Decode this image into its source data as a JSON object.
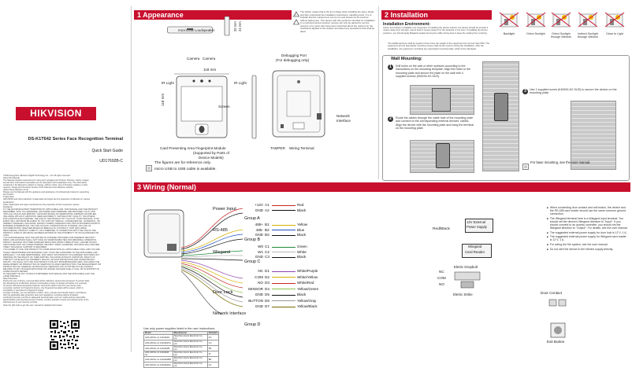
{
  "cover": {
    "brand": "HIKVISION",
    "title": "DS-K1T642 Series Face Recognition Terminal",
    "subtitle": "Quick Start Guide",
    "doc_id": "UD17692B-C",
    "legal_lines": [
      "©2020 Hangzhou Hikvision Digital Technology Co., Ltd. All rights reserved.",
      "About this Manual",
      "The Manual includes instructions for using and managing the Product. Pictures, charts, images",
      "and all other information hereinafter are for description and explanation only. The information",
      "contained in the Manual is subject to change, without notice, due to firmware updates or other",
      "reasons. Please find the latest version of this Manual at the Hikvision website",
      "(https://www.hikvision.com/).",
      "Please use this Manual with the guidance and assistance of professionals trained in supporting",
      "the Product.",
      "Trademarks",
      "HIKVISION and other Hikvision's trademarks and logos are the properties of Hikvision in various",
      "jurisdictions.",
      "Other trademarks and logos mentioned are the properties of their respective owners.",
      "Disclaimer",
      "TO THE MAXIMUM EXTENT PERMITTED BY APPLICABLE LAW, THIS MANUAL AND THE PRODUCT",
      "DESCRIBED, WITH ITS HARDWARE, SOFTWARE AND FIRMWARE, ARE PROVIDED \"AS IS\" AND",
      "\"WITH ALL FAULTS AND ERRORS\". HIKVISION MAKES NO WARRANTIES, EXPRESS OR IMPLIED,",
      "INCLUDING WITHOUT LIMITATION, MERCHANTABILITY, SATISFACTORY QUALITY, OR FITNESS",
      "FOR A PARTICULAR PURPOSE. THE USE OF THE PRODUCT BY YOU IS AT YOUR OWN RISK. IN NO",
      "EVENT WILL HIKVISION BE LIABLE TO YOU FOR ANY SPECIAL, CONSEQUENTIAL, INCIDENTAL, OR",
      "INDIRECT DAMAGES, INCLUDING, AMONG OTHERS, DAMAGES FOR LOSS OF BUSINESS PROFITS,",
      "BUSINESS INTERRUPTION, OR LOSS OF DATA, CORRUPTION OF SYSTEMS, OR LOSS OF",
      "DOCUMENTATION, WHETHER BASED ON BREACH OF CONTRACT, TORT (INCLUDING",
      "NEGLIGENCE), PRODUCT LIABILITY, OR OTHERWISE, IN CONNECTION WITH THE USE OF THE",
      "PRODUCT, EVEN IF HIKVISION HAS BEEN ADVISED OF THE POSSIBILITY OF SUCH DAMAGES OR",
      "LOSS.",
      "YOU ACKNOWLEDGE THAT THE NATURE OF INTERNET PROVIDES FOR INHERENT SECURITY",
      "RISKS, AND HIKVISION SHALL NOT TAKE ANY RESPONSIBILITIES FOR ABNORMAL OPERATION,",
      "PRIVACY LEAKAGE OR OTHER DAMAGES RESULTING FROM CYBER-ATTACK, HACKER ATTACK,",
      "VIRUS INFECTION, OR OTHER INTERNET SECURITY RISKS; HOWEVER, HIKVISION WILL PROVIDE",
      "TIMELY TECHNICAL SUPPORT IF REQUIRED.",
      "YOU AGREE TO USE THIS PRODUCT IN COMPLIANCE WITH ALL APPLICABLE LAWS, AND YOU ARE",
      "SOLELY RESPONSIBLE FOR ENSURING THAT YOUR USE CONFORMS TO THE APPLICABLE LAW.",
      "ESPECIALLY, YOU ARE RESPONSIBLE, FOR USING THIS PRODUCT IN A MANNER THAT DOES NOT",
      "INFRINGE ON THE RIGHTS OF THIRD PARTIES, INCLUDING WITHOUT LIMITATION, RIGHTS OF",
      "PUBLICITY, INTELLECTUAL PROPERTY RIGHTS, OR DATA PROTECTION AND OTHER PRIVACY",
      "RIGHTS. YOU SHALL NOT USE THIS PRODUCT FOR ANY PROHIBITED END-USES, INCLUDING THE",
      "DEVELOPMENT OR PRODUCTION OF WEAPONS OF MASS DESTRUCTION, THE DEVELOPMENT OR",
      "PRODUCTION OF CHEMICAL OR BIOLOGICAL WEAPONS, ANY ACTIVITIES IN THE CONTEXT",
      "RELATED TO ANY NUCLEAR EXPLOSIVE OR UNSAFE NUCLEAR FUEL-CYCLE, OR IN SUPPORT OF",
      "HUMAN RIGHTS ABUSES.",
      "IN THE EVENT OF ANY CONFLICTS BETWEEN THIS MANUAL AND THE APPLICABLE LAW, THE",
      "LATER PREVAILS.",
      "Data Protection",
      "During the use of device, personal data will be collected, stored and processed. To protect data,",
      "the development of Hikvision devices incorporates privacy by design principles. For example,",
      "for device with facial recognition features, biometrics data is stored in your device with",
      "encryption method; for fingerprint device, only fingerprint template will be saved, which is",
      "impossible to reconstruct a fingerprint image.",
      "As data controller, you are advised to collect, store, process and transfer data in accordance",
      "with the applicable data protection laws and regulations, including without limitation,",
      "conducting security controls to safeguard personal data, such as, implementing reasonable",
      "administrative and physical security controls, conduct periodic reviews and assessments of the",
      "effectiveness of your security controls.",
      "Scan the QR code to get the user manual for detailed information."
    ]
  },
  "appearance": {
    "header": "1 Appearance",
    "warning_text": "The sticker means that is the front shape when installing the same. Read and fully understand the installation instructions. Handling parts: It is to indicate that the marked item can be hot and should not be touched without taking care. This device with this symbol is intended for installation in a restricted access location; access can only be gained by service persons or by users who have been instructed about the reasons for the restrictions applied to the location and about any precautions that shall be taken.",
    "labels": {
      "loudspeaker": "microUSB Loudspeaker",
      "dim_depth1": "20 mm",
      "dim_depth2": "24 mm",
      "camera1": "Camera",
      "camera2": "Camera",
      "dim_width": "118 mm",
      "ir_left": "IR Light",
      "ir_right": "IR Light",
      "dim_height": "118 mm",
      "screen": "Screen",
      "debug_port": "Debugging Port",
      "debug_port_sub": "(For debugging only)",
      "net_interface": "Network",
      "net_interface2": "Interface",
      "card_area": "Card Presenting Area Fingerprint Module",
      "card_area2": "(Supported by Parts of",
      "card_area3": "Device Models)",
      "tamper": "TAMPER",
      "wiring_terminal": "Wiring Terminal",
      "note1": "The figures are for reference only.",
      "note2": "micro USB to USB cable is available."
    }
  },
  "installation": {
    "header": "2 Installation",
    "env_title": "Installation Environment:",
    "env_text": "Indoor and outdoor installation are supported. If installing the device indoors, the device should be at least 2 meters away from the light, and at least 3 meters away from the windows or the door. If installing the device outdoors, you should apply Bulgaria sealant among the cable wiring area to keep the sealing from entering.",
    "note_text": "The additional force shall be equal to three times the weight of the equipment but not less than 50N. The equipment and its associated mounting means shall remain secure during the installation. After the installation, the equipment, including any associated mounting plate, shall not be damaged.",
    "light_icons": [
      "Backlight",
      "Direct Sunlight",
      "Direct Sunlight through Window",
      "Indirect Sunlight through Window",
      "Close to Light"
    ],
    "wall_title": "Wall Mounting:",
    "step1": "Drill holes on the wall or other surfaces according to the instructions on the mounting template. Align the holes to the mounting plate and secure the plate on the wall with 4 supplied screws (KM4X6-H2-SUS).",
    "step2": "Route the cables through the cable hole of the mounting plate and connect to the corresponding external devices' cables. Align the device with the mounting plate and hang the terminal on the mounting plate.",
    "step3": "Use 1 supplied screw (KM3X6-H2-SUS) to secure the device on the mounting plate.",
    "base_note": "For base mounting, see the user manual."
  },
  "wiring": {
    "header": "3 Wiring (Normal)",
    "groups": [
      {
        "name": "Power Input",
        "group": "Group A",
        "pins": [
          {
            "code": "A1",
            "label": "+12V",
            "color": "Red"
          },
          {
            "code": "A2",
            "label": "GND",
            "color": "Black"
          }
        ]
      },
      {
        "name": "RS-485",
        "group": "Group B",
        "pins": [
          {
            "code": "B1",
            "label": "485+",
            "color": "Yellow"
          },
          {
            "code": "B2",
            "label": "485-",
            "color": "Blue"
          },
          {
            "code": "B3",
            "label": "GND",
            "color": "Black"
          }
        ]
      },
      {
        "name": "Wiegand",
        "group": "Group C",
        "pins": [
          {
            "code": "C1",
            "label": "W0",
            "color": "Green"
          },
          {
            "code": "C2",
            "label": "W1",
            "color": "White"
          },
          {
            "code": "C3",
            "label": "GND",
            "color": "Black"
          }
        ]
      },
      {
        "name": "Door Lock",
        "group": "Group D",
        "pins": [
          {
            "code": "D1",
            "label": "NC",
            "color": "White/Purple"
          },
          {
            "code": "D2",
            "label": "COM",
            "color": "White/Yellow"
          },
          {
            "code": "D3",
            "label": "NO",
            "color": "White/Red"
          },
          {
            "code": "D4",
            "label": "SENSOR",
            "color": "Yellow/Green"
          },
          {
            "code": "D5",
            "label": "GND",
            "color": "Black"
          },
          {
            "code": "D6",
            "label": "BUTTON",
            "color": "Yellow/Gray"
          },
          {
            "code": "D7",
            "label": "GND",
            "color": "Yellow/Black"
          }
        ]
      }
    ],
    "net_label": "Network Interface",
    "right_labels": {
      "red_black": "Red/Black",
      "psu": "12V External",
      "psu2": "Power Supply",
      "wiegand_reader": "Wiegand",
      "wiegand_reader2": "Card Reader",
      "electric_dropbolt": "Eletric Dropbolt",
      "electric_strike": "Eletric Strike",
      "door_contact": "Door Contact",
      "exit_button": "Exit Button",
      "nc": "NC",
      "com": "COM",
      "no": "NO"
    },
    "notes": [
      "When connecting door contact and exit button, the device and the RS-485 card reader should use the same common ground connection.",
      "The Wiegand terminal here is a Wiegand input terminal. You should set the device's Wiegand direction to \"Input\". If you should connect to an access controller, you should set the Wiegand direction to \"Output\". For details, see the user manual.",
      "The suggested external power supply for door lock is 12 V, 1 A.",
      "The suggested external power supply for Wiegand card reader is 12 V, 1 A.",
      "For wiring the fire system, see the user manual.",
      "Do not wire the device to the electric supply directly."
    ],
    "adapter_note": "Use only power supplies listed in the user instructions:",
    "adapter_table": {
      "headers": [
        "Model",
        "Manufacturer",
        "Standard"
      ],
      "rows": [
        [
          "ADS-26FSG-12 12024EPG",
          "Shenzhen Honor Electronic Co., Ltd",
          "PG"
        ],
        [
          "ADS-26FSG-12 12024EPCU",
          "Shenzhen Honor Electronic Co., Ltd",
          "CU"
        ],
        [
          "ADS-26FSG-12 12024EPB",
          "Shenzhen Honor Electronic Co., Ltd",
          "PB"
        ],
        [
          "ADS-26FSG-12 12024EPI-01",
          "Shenzhen Honor Electronic Co., Ltd",
          "PI"
        ],
        [
          "ADS-26FSG-12 12024EPBR",
          "Shenzhen Honor Electronic Co., Ltd",
          "BR"
        ],
        [
          "ADS-26FSG-12 12024EPAU",
          "Shenzhen Honor Electronic Co., Ltd",
          "AU"
        ]
      ]
    }
  }
}
